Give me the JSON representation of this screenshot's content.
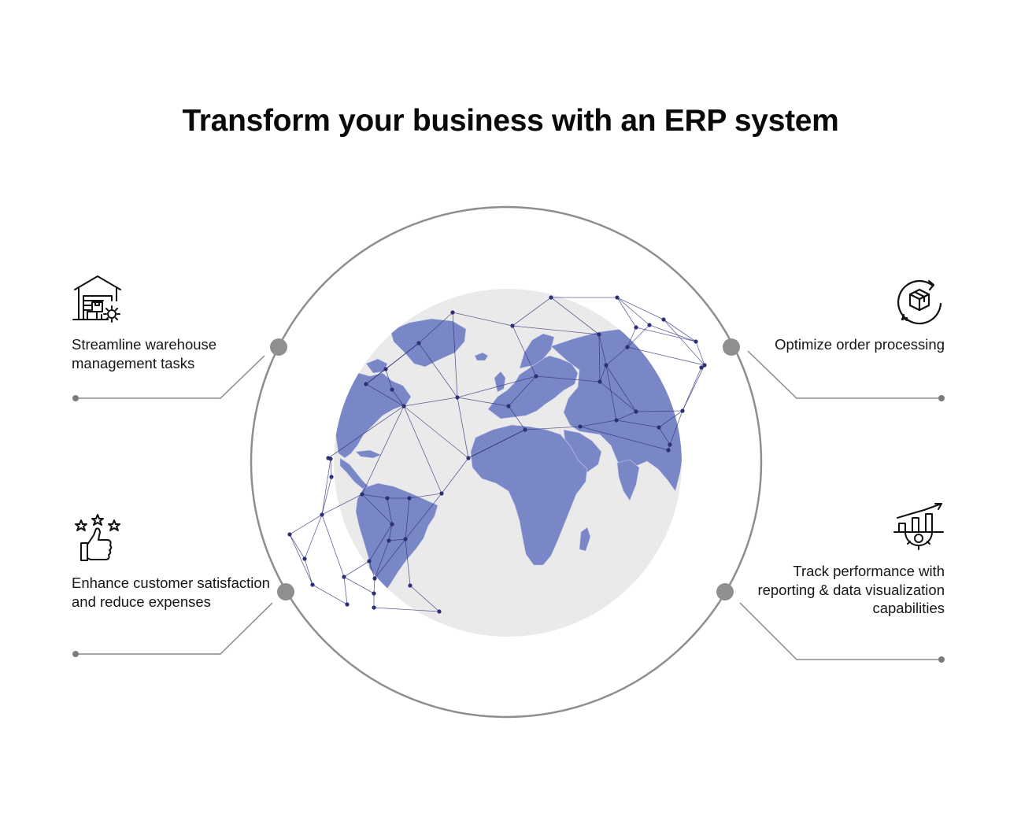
{
  "title": "Transform your business with an ERP system",
  "features": {
    "warehouse": {
      "label": "Streamline warehouse management tasks",
      "icon": "warehouse-icon"
    },
    "order": {
      "label": "Optimize order processing",
      "icon": "order-box-cycle-icon"
    },
    "satisfaction": {
      "label": "Enhance customer satisfaction and reduce expenses",
      "icon": "thumbs-up-stars-icon"
    },
    "reporting": {
      "label": "Track performance with reporting & data visualization capabilities",
      "icon": "bar-chart-growth-icon"
    }
  },
  "graphic": {
    "globe": "world-map-globe",
    "network": "connection-network"
  },
  "colors": {
    "land": "#7a87c6",
    "ocean": "#ebeaea",
    "network": "#2d2f78",
    "ring": "#888888",
    "connector": "#8a8a8a",
    "text": "#161616"
  }
}
